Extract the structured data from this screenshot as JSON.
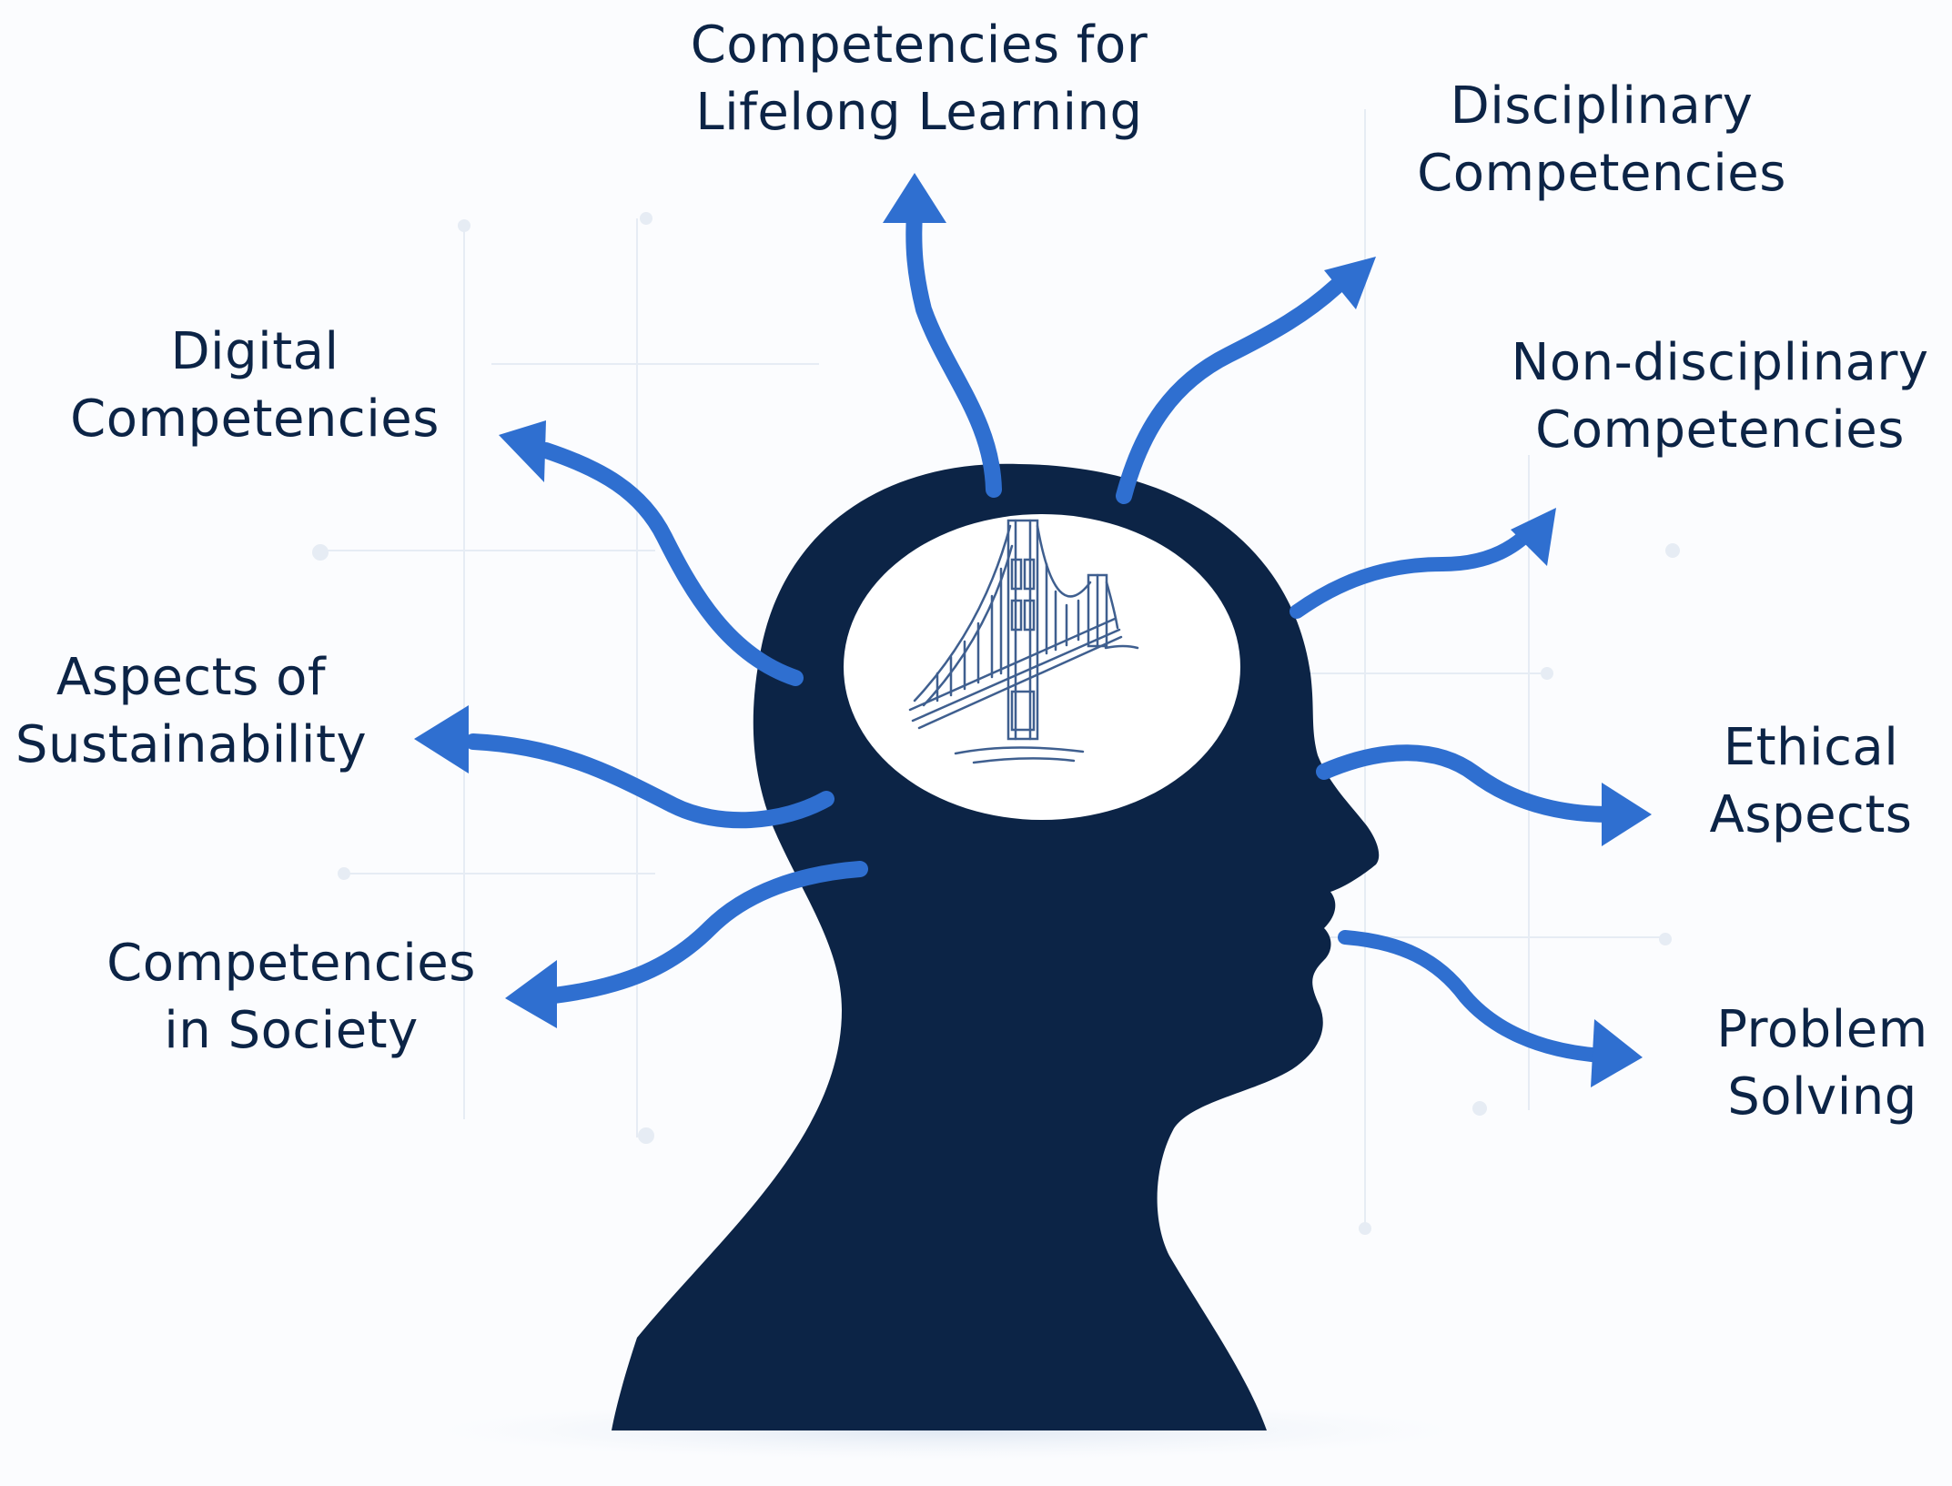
{
  "colors": {
    "background": "#fbfcfe",
    "head": "#0c2446",
    "arrow": "#2f6fd0",
    "text": "#0c2446",
    "sketch": "#3f5f8f"
  },
  "center": {
    "icon": "suspension-bridge-sketch-icon"
  },
  "labels": {
    "lifelong": {
      "line1": "Competencies for",
      "line2": "Lifelong Learning"
    },
    "disciplinary": {
      "line1": "Disciplinary",
      "line2": "Competencies"
    },
    "digital": {
      "line1": "Digital",
      "line2": "Competencies"
    },
    "non_disciplinary": {
      "line1": "Non-disciplinary",
      "line2": "Competencies"
    },
    "sustainability": {
      "line1": "Aspects of",
      "line2": "Sustainability"
    },
    "ethical": {
      "line1": "Ethical",
      "line2": "Aspects"
    },
    "society": {
      "line1": "Competencies",
      "line2": "in Society"
    },
    "problem": {
      "line1": "Problem",
      "line2": "Solving"
    }
  }
}
